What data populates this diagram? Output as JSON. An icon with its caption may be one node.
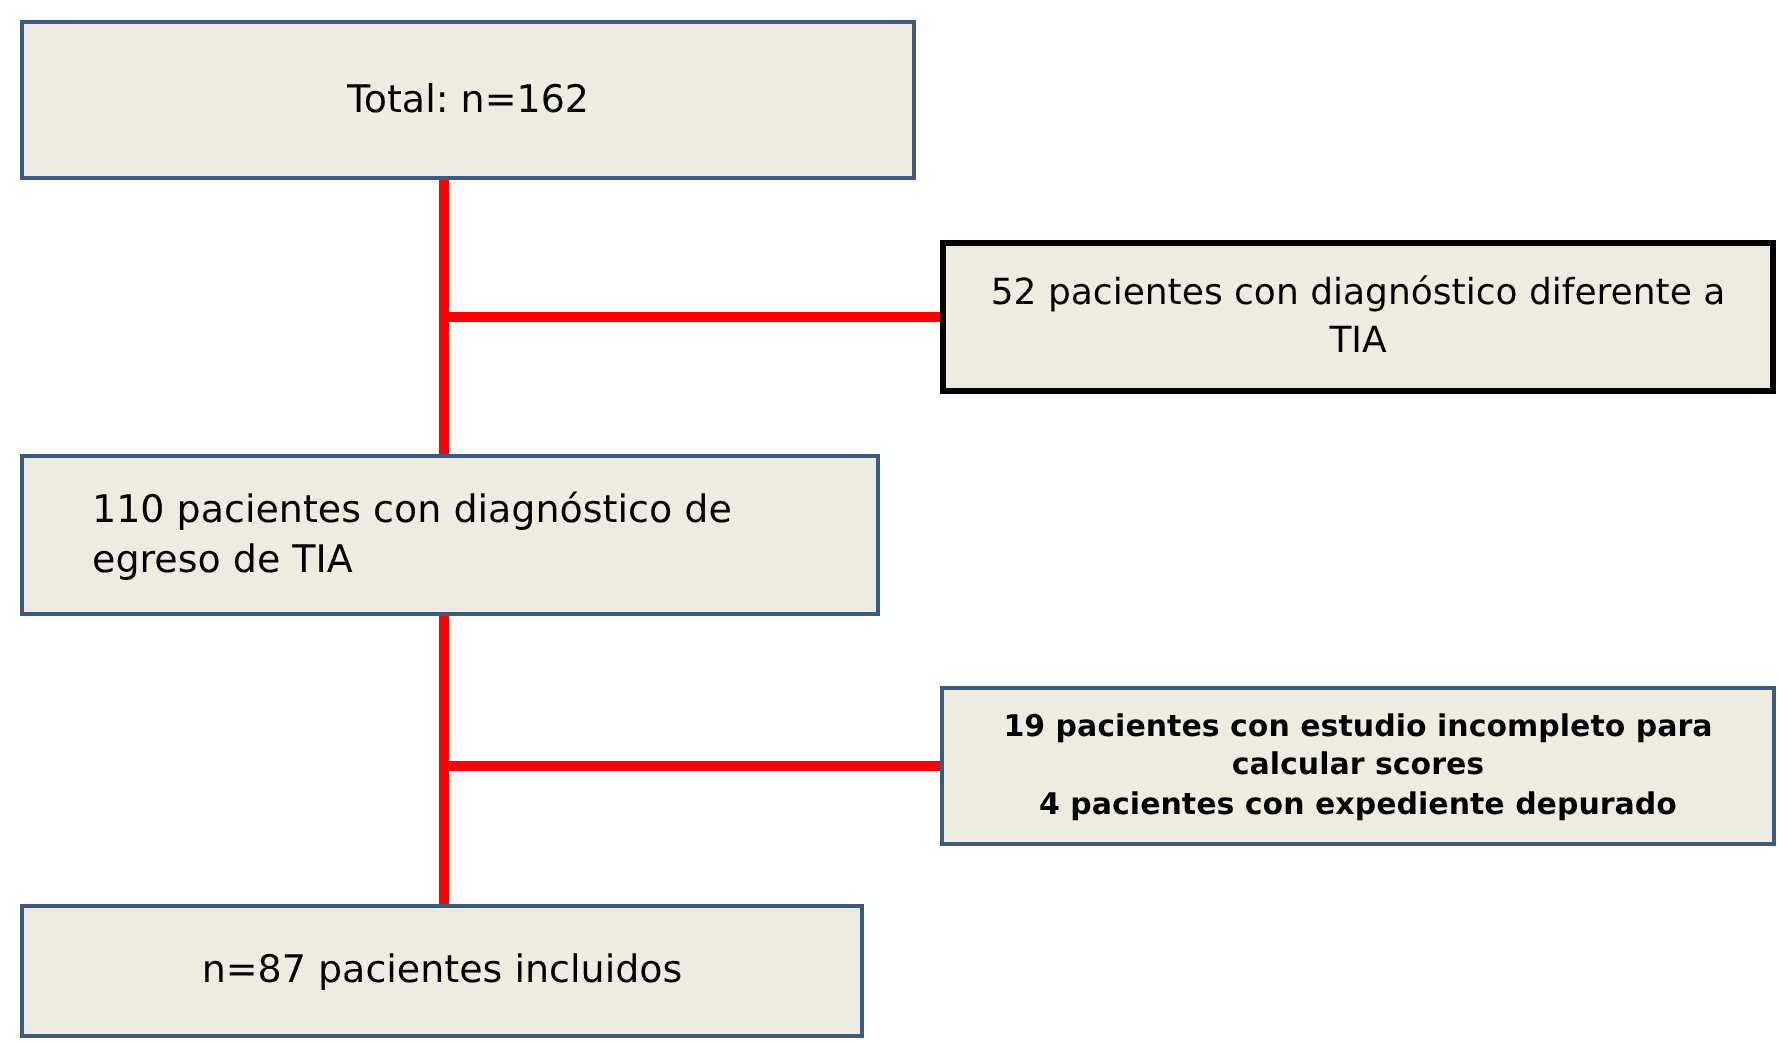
{
  "diagram": {
    "nodes": [
      {
        "text": [
          "Total: n=162"
        ]
      },
      {
        "text": [
          "52 pacientes con diagnóstico diferente a TIA"
        ]
      },
      {
        "text": [
          "110 pacientes con diagnóstico de egreso de TIA"
        ]
      },
      {
        "text": [
          "19 pacientes con estudio incompleto para calcular scores",
          "4 pacientes con expediente depurado"
        ]
      },
      {
        "text": [
          "n=87 pacientes incluidos"
        ]
      }
    ],
    "edges": [
      {
        "from": 0,
        "to": 2,
        "arrow": "none",
        "color": "#ff0000"
      },
      {
        "from": 0,
        "to": 1,
        "arrow": "none",
        "color": "#ff0000"
      },
      {
        "from": 2,
        "to": 4,
        "arrow": "none",
        "color": "#ff0000"
      },
      {
        "from": 2,
        "to": 3,
        "arrow": "none",
        "color": "#ff0000"
      }
    ]
  }
}
